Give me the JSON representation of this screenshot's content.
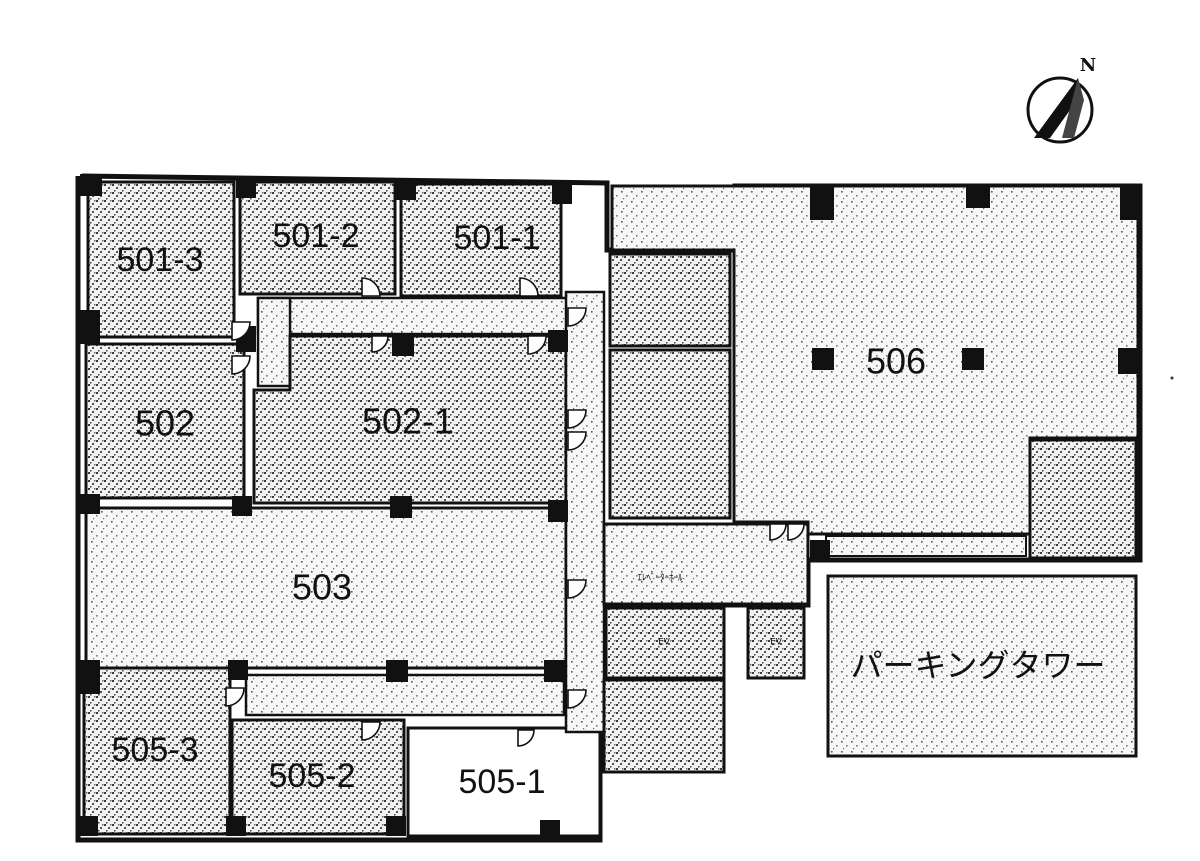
{
  "rooms": {
    "r501_3": "501-3",
    "r501_2": "501-2",
    "r501_1": "501-1",
    "r502": "502",
    "r502_1": "502-1",
    "r503": "503",
    "r505_3": "505-3",
    "r505_2": "505-2",
    "r505_1": "505-1",
    "r506": "506",
    "parking": "パーキングタワー"
  },
  "service": {
    "ev1": "EV",
    "ev2": "EV",
    "hall": "ｴﾚﾍﾞｰﾀｰﾎｰﾙ"
  },
  "compass": {
    "north": "N"
  },
  "colors": {
    "wall": "#111111",
    "stipple": "#3a3a3a",
    "background": "#ffffff"
  }
}
